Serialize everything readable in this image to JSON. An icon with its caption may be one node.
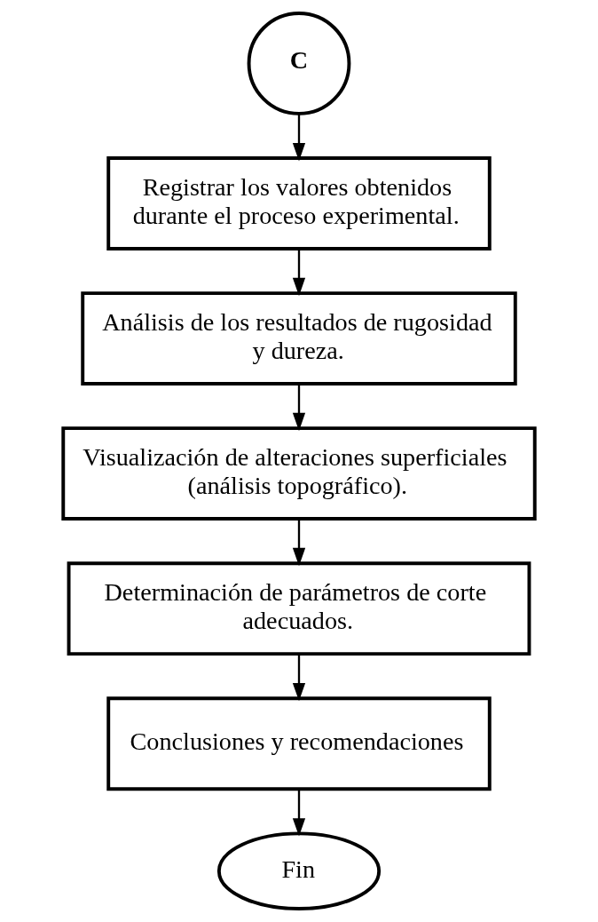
{
  "diagram": {
    "nodes": [
      {
        "text": [
          "C"
        ]
      },
      {
        "text": [
          "Registrar los valores obtenidos durante el proceso experimental."
        ]
      },
      {
        "text": [
          "Análisis de los resultados de rugosidad y dureza."
        ]
      },
      {
        "text": [
          "Visualización de alteraciones superficiales (análisis topográfico)."
        ]
      },
      {
        "text": [
          "Determinación de parámetros de corte adecuados."
        ]
      },
      {
        "text": [
          "Conclusiones y recomendaciones"
        ]
      },
      {
        "text": [
          "Fin"
        ]
      }
    ],
    "edges": [
      {
        "from": 0,
        "to": 1,
        "arrow": "to"
      },
      {
        "from": 1,
        "to": 2,
        "arrow": "to"
      },
      {
        "from": 2,
        "to": 3,
        "arrow": "to"
      },
      {
        "from": 3,
        "to": 4,
        "arrow": "to"
      },
      {
        "from": 4,
        "to": 5,
        "arrow": "to"
      },
      {
        "from": 5,
        "to": 6,
        "arrow": "to"
      }
    ]
  }
}
